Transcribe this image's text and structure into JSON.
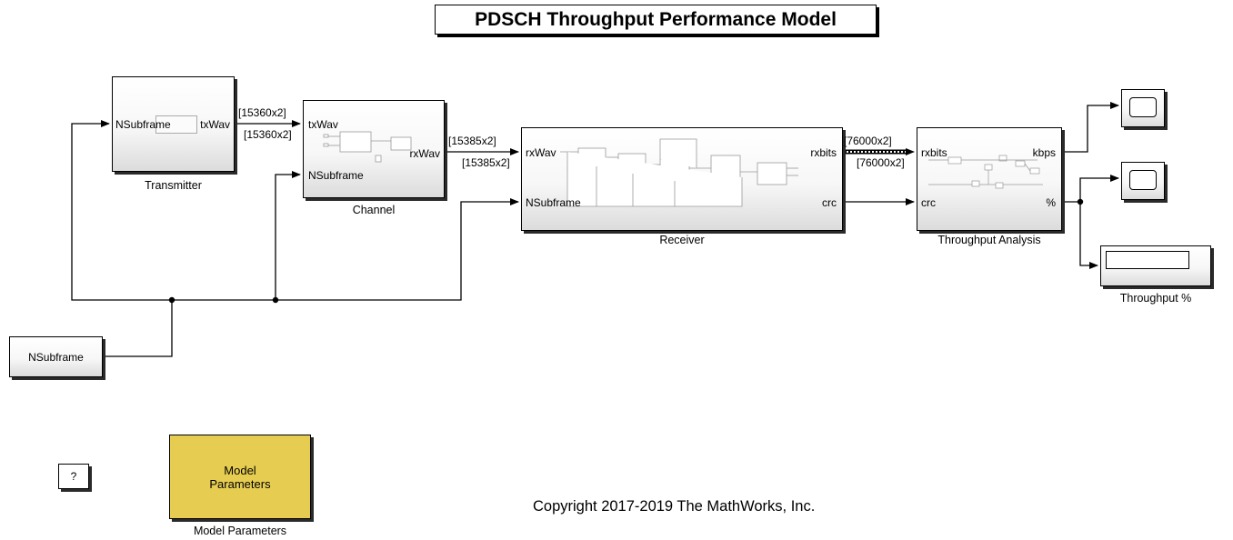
{
  "title": "PDSCH Throughput Performance Model",
  "blocks": {
    "transmitter": {
      "caption": "Transmitter",
      "in_port": "NSubframe",
      "out_port": "txWav"
    },
    "channel": {
      "caption": "Channel",
      "in_ports": [
        "txWav",
        "NSubframe"
      ],
      "out_port": "rxWav"
    },
    "receiver": {
      "caption": "Receiver",
      "in_ports": [
        "rxWav",
        "NSubframe"
      ],
      "out_ports": [
        "rxbits",
        "crc"
      ]
    },
    "throughput_analysis": {
      "caption": "Throughput Analysis",
      "in_ports": [
        "rxbits",
        "crc"
      ],
      "out_ports": [
        "kbps",
        "%"
      ]
    },
    "nsubframe_source": {
      "label": "NSubframe"
    },
    "throughput_display": {
      "caption": "Throughput %"
    },
    "help": {
      "label": "?"
    },
    "model_parameters": {
      "label_line1": "Model",
      "label_line2": "Parameters",
      "caption": "Model Parameters"
    }
  },
  "signal_dims": {
    "tx_out": "[15360x2]",
    "channel_in": "[15360x2]",
    "channel_out": "[15385x2]",
    "receiver_in": "[15385x2]",
    "receiver_out": "[76000x2]",
    "analysis_in": "[76000x2]"
  },
  "colors": {
    "params_block": "#e6cd52",
    "block_shadow": "#2a2a2a"
  },
  "copyright": "Copyright 2017-2019 The MathWorks, Inc."
}
